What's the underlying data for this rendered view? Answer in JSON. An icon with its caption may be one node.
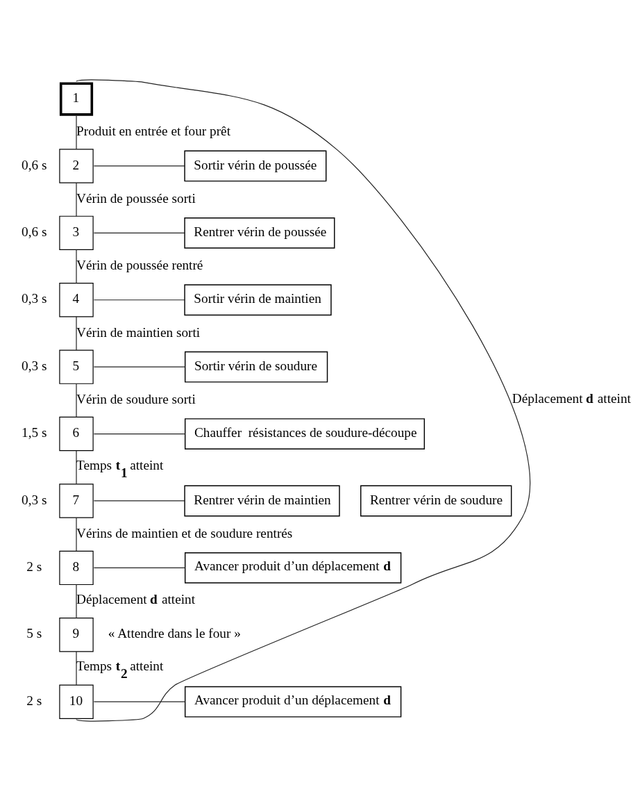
{
  "diagram": {
    "nodes": [
      {
        "text": [
          "1"
        ]
      },
      {
        "text": [
          "2"
        ],
        "beside": [
          "0,6 s"
        ]
      },
      {
        "text": [
          "Sortir vérin de poussée"
        ]
      },
      {
        "text": [
          "3"
        ],
        "beside": [
          "0,6 s"
        ]
      },
      {
        "text": [
          "Rentrer vérin de poussée"
        ]
      },
      {
        "text": [
          "4"
        ],
        "beside": [
          "0,3 s"
        ]
      },
      {
        "text": [
          "Sortir vérin de maintien"
        ]
      },
      {
        "text": [
          "5"
        ],
        "beside": [
          "0,3 s"
        ]
      },
      {
        "text": [
          "Sortir vérin de soudure"
        ]
      },
      {
        "text": [
          "6"
        ],
        "beside": [
          "1,5 s"
        ]
      },
      {
        "text": [
          "Chauffer  résistances de soudure-découpe"
        ]
      },
      {
        "text": [
          "7"
        ],
        "beside": [
          "0,3 s"
        ]
      },
      {
        "text": [
          "Rentrer vérin de maintien"
        ]
      },
      {
        "text": [
          "Rentrer vérin de soudure"
        ]
      },
      {
        "text": [
          "8"
        ],
        "beside": [
          "2 s"
        ]
      },
      {
        "text": [
          "Avancer produit d’un déplacement **d**"
        ]
      },
      {
        "text": [
          "9"
        ],
        "beside": [
          "5 s",
          "« Attendre dans le four »"
        ]
      },
      {
        "text": [
          "10"
        ],
        "beside": [
          "2 s"
        ]
      },
      {
        "text": [
          "Avancer produit d’un déplacement **d**"
        ]
      }
    ],
    "edges": [
      {
        "from": 0,
        "to": 1,
        "arrow": "none",
        "label": "Produit en entrée et four prêt"
      },
      {
        "from": 1,
        "to": 2,
        "arrow": "none"
      },
      {
        "from": 1,
        "to": 3,
        "arrow": "none",
        "label": "Vérin de poussée sorti"
      },
      {
        "from": 3,
        "to": 4,
        "arrow": "none"
      },
      {
        "from": 3,
        "to": 5,
        "arrow": "none",
        "label": "Vérin de poussée rentré"
      },
      {
        "from": 5,
        "to": 6,
        "arrow": "none"
      },
      {
        "from": 5,
        "to": 7,
        "arrow": "none",
        "label": "Vérin de maintien sorti"
      },
      {
        "from": 7,
        "to": 8,
        "arrow": "none"
      },
      {
        "from": 7,
        "to": 9,
        "arrow": "none",
        "label": "Vérin de soudure sorti"
      },
      {
        "from": 9,
        "to": 10,
        "arrow": "none"
      },
      {
        "from": 9,
        "to": 11,
        "arrow": "none",
        "label": "Temps **t$_{1}$** atteint"
      },
      {
        "from": 11,
        "to": 12,
        "arrow": "none"
      },
      {
        "from": 11,
        "to": 14,
        "arrow": "none",
        "label": "Vérins de maintien et de soudure rentrés"
      },
      {
        "from": 14,
        "to": 15,
        "arrow": "none"
      },
      {
        "from": 14,
        "to": 16,
        "arrow": "none",
        "label": "Déplacement **d** atteint"
      },
      {
        "from": 16,
        "to": 17,
        "arrow": "none",
        "label": "Temps **t$_{2}$** atteint"
      },
      {
        "from": 17,
        "to": 18,
        "arrow": "none"
      },
      {
        "from": 17,
        "to": 0,
        "arrow": "none",
        "label": "Déplacement **d** atteint"
      }
    ]
  }
}
